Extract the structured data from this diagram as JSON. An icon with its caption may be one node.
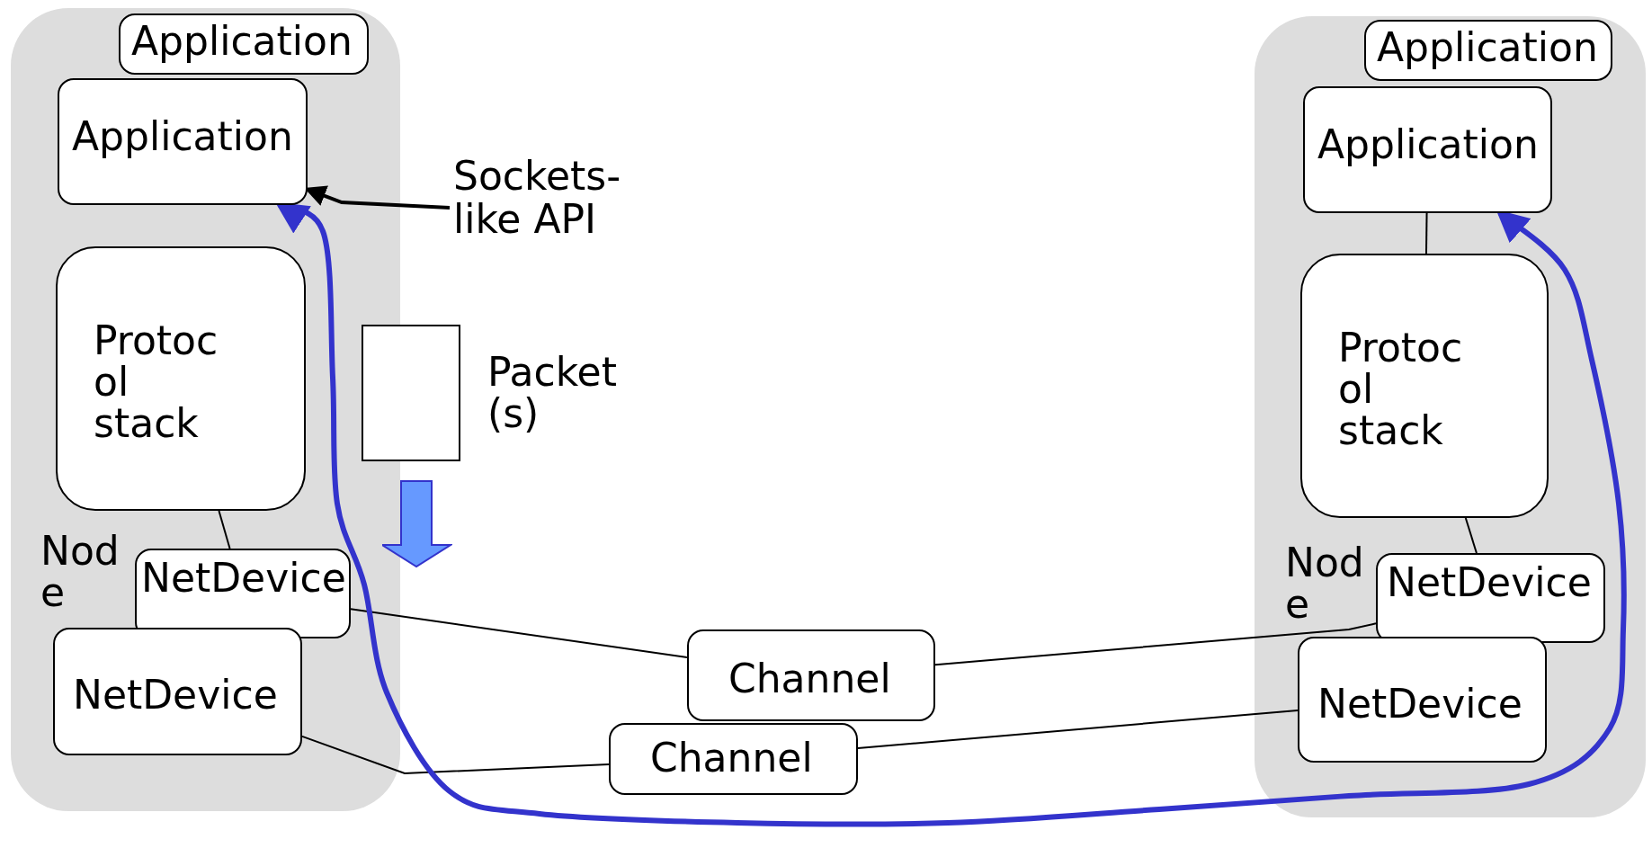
{
  "diagram": {
    "nodes": [
      {
        "text": [
          "Node"
        ]
      },
      {
        "text": [
          "Application"
        ],
        "in": 0
      },
      {
        "text": [
          "Application"
        ],
        "in": 0
      },
      {
        "text": [
          "Protocol stack"
        ],
        "in": 0
      },
      {
        "text": [
          "NetDevice"
        ],
        "in": 0
      },
      {
        "text": [
          "NetDevice"
        ],
        "in": 0
      },
      {
        "text": [
          "Sockets-like API"
        ]
      },
      {
        "text": [],
        "shape": "box",
        "beside": [
          "Packet(s)"
        ]
      },
      {
        "text": [
          "Channel"
        ]
      },
      {
        "text": [
          "Channel"
        ]
      },
      {
        "text": [
          "Node"
        ]
      },
      {
        "text": [
          "Application"
        ],
        "in": 10
      },
      {
        "text": [
          "Application"
        ],
        "in": 10
      },
      {
        "text": [
          "Protocol stack"
        ],
        "in": 10
      },
      {
        "text": [
          "NetDevice"
        ],
        "in": 10
      },
      {
        "text": [
          "NetDevice"
        ],
        "in": 10
      }
    ],
    "edges": [
      {
        "from": 6,
        "to": 2,
        "arrow": "to"
      },
      {
        "from": 3,
        "to": 4,
        "arrow": "none"
      },
      {
        "from": 4,
        "to": 8,
        "arrow": "none"
      },
      {
        "from": 5,
        "to": 9,
        "arrow": "none"
      },
      {
        "from": 8,
        "to": 14,
        "arrow": "none"
      },
      {
        "from": 9,
        "to": 15,
        "arrow": "none"
      },
      {
        "from": 12,
        "to": 13,
        "arrow": "none"
      },
      {
        "from": 13,
        "to": 14,
        "arrow": "none"
      },
      {
        "from": 2,
        "to": 12,
        "arrow": "both",
        "style": "thick",
        "color": "#3333cc"
      }
    ]
  }
}
